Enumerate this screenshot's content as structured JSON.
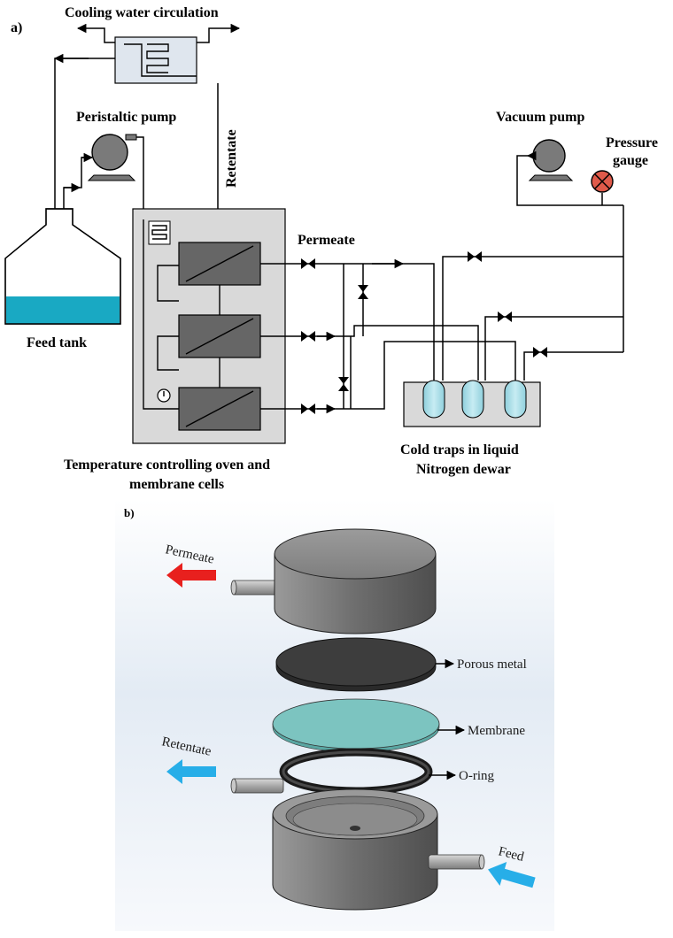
{
  "panel_a": {
    "label": "a)",
    "labels": {
      "cooling": "Cooling water circulation",
      "peristaltic": "Peristaltic pump",
      "retentate": "Retentate",
      "vacuum": "Vacuum pump",
      "pressure": [
        "Pressure",
        "gauge"
      ],
      "permeate": "Permeate",
      "feed_tank": "Feed tank",
      "oven": [
        "Temperature controlling oven and",
        "membrane cells"
      ],
      "cold_traps": [
        "Cold traps in liquid",
        "Nitrogen dewar"
      ]
    },
    "colors": {
      "feed_liquid": "#19a9c3",
      "pressure_gauge": "#e05a4a",
      "cold_trap": "#a8dde8",
      "oven": "#d9d9d9",
      "cell": "#666666"
    }
  },
  "panel_b": {
    "label": "b)",
    "labels": {
      "permeate": "Permeate",
      "porous_metal": "Porous metal",
      "membrane": "Membrane",
      "retentate": "Retentate",
      "oring": "O-ring",
      "feed": "Feed"
    },
    "colors": {
      "permeate_arrow": "#e8201e",
      "retentate_arrow": "#27aee8",
      "feed_arrow": "#27aee8",
      "membrane": "#7cc4c0",
      "porous_metal": "#3d3d3d"
    }
  }
}
